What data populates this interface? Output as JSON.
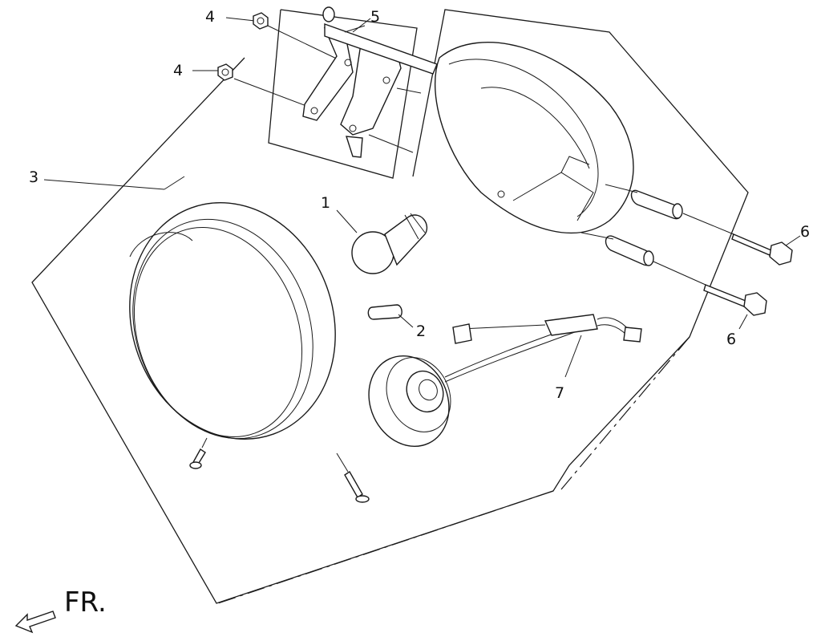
{
  "diagram": {
    "callouts": [
      {
        "id": "1",
        "text": "1"
      },
      {
        "id": "2",
        "text": "2"
      },
      {
        "id": "3",
        "text": "3"
      },
      {
        "id": "4a",
        "text": "4"
      },
      {
        "id": "4b",
        "text": "4"
      },
      {
        "id": "5",
        "text": "5"
      },
      {
        "id": "6a",
        "text": "6"
      },
      {
        "id": "6b",
        "text": "6"
      },
      {
        "id": "7",
        "text": "7"
      }
    ],
    "direction": {
      "text": "FR.",
      "icon": "arrow-left-down-icon"
    }
  }
}
